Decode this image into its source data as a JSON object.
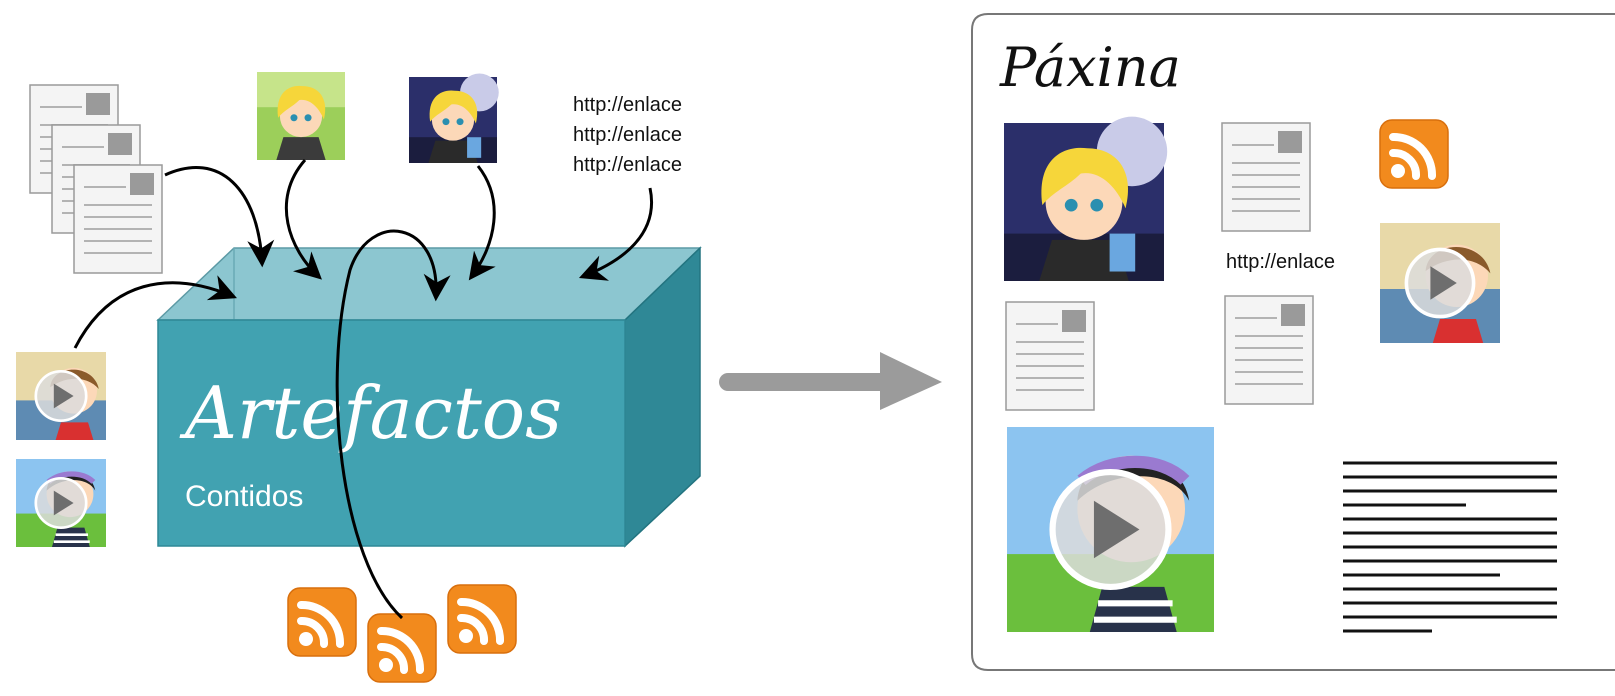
{
  "box": {
    "title": "Artefactos",
    "subtitle": "Contidos"
  },
  "links": [
    "http://enlace",
    "http://enlace",
    "http://enlace"
  ],
  "page": {
    "title": "Páxina",
    "link": "http://enlace"
  },
  "colors": {
    "box_front": "#41a2b1",
    "box_top": "#8cc6d0",
    "box_side": "#2f8896",
    "rss": "#f28a1d",
    "arrow": "#9b9b9b",
    "frame": "#777777"
  },
  "icons": [
    "document-stack-icon",
    "avatar-photo-icon",
    "video-thumbnail-icon",
    "rss-feed-icon",
    "text-block-icon"
  ]
}
